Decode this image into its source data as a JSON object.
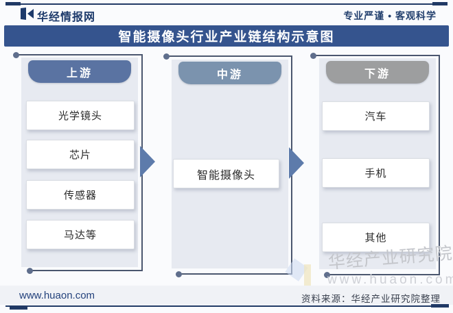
{
  "header": {
    "site_name": "华经情报网",
    "slogan": "专业严谨 • 客观科学"
  },
  "title": "智能摄像头行业产业链结构示意图",
  "diagram": {
    "columns": [
      {
        "header": "上游",
        "items": [
          "光学镜头",
          "芯片",
          "传感器",
          "马达等"
        ]
      },
      {
        "header": "中游",
        "items": [
          "智能摄像头"
        ]
      },
      {
        "header": "下游",
        "items": [
          "汽车",
          "手机",
          "其他"
        ]
      }
    ]
  },
  "watermark": {
    "line1": "华经产业研究院",
    "line2": "www.huaon.com"
  },
  "footer": {
    "url": "www.huaon.com",
    "source": "资料来源：华经产业研究院整理"
  },
  "colors": {
    "title_bar": "#35548e",
    "accent_line": "#203965",
    "upstream_header": "#5a73a2",
    "midstream_header": "#7b93ae",
    "downstream_header": "#9d9e9f",
    "arrow": "#5d7bab",
    "panel_bg": "#e7eaf1",
    "frame_line": "#4a566e"
  }
}
